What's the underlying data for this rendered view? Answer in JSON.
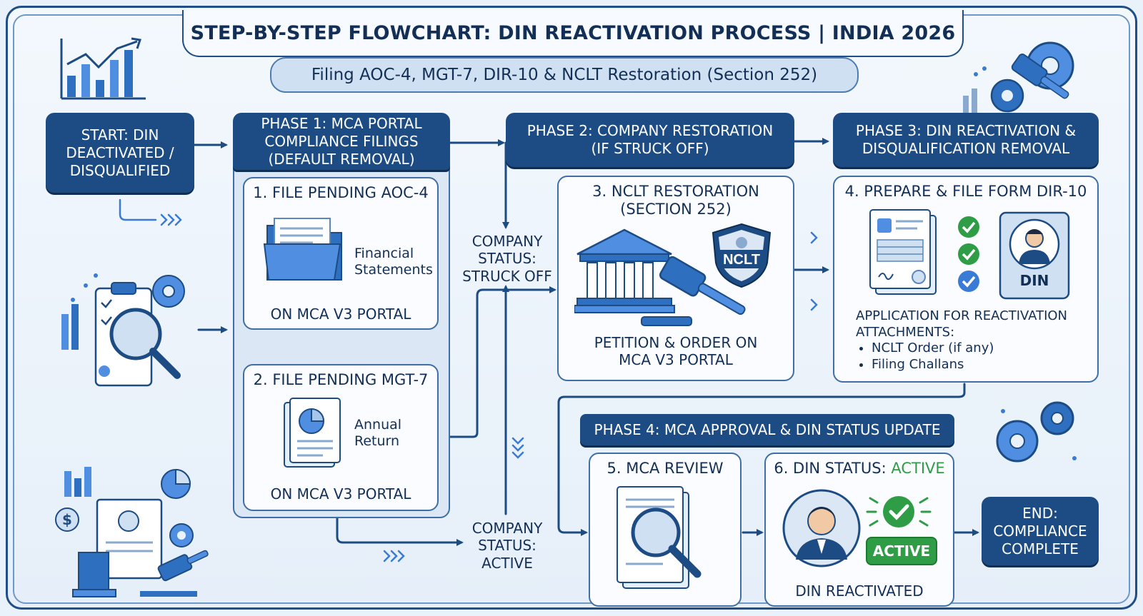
{
  "header": {
    "title": "STEP-BY-STEP FLOWCHART: DIN REACTIVATION PROCESS | INDIA 2026",
    "subtitle": "Filing AOC-4, MGT-7, DIR-10 & NCLT Restoration (Section 252)"
  },
  "start": {
    "text": "START: DIN DEACTIVATED / DISQUALIFIED"
  },
  "phase1": {
    "title": "PHASE 1: MCA PORTAL COMPLIANCE FILINGS (DEFAULT REMOVAL)",
    "step1": {
      "title": "1. FILE PENDING AOC-4",
      "doc_label": "Financial Statements",
      "footer": "ON MCA V3 PORTAL"
    },
    "step2": {
      "title": "2. FILE PENDING MGT-7",
      "doc_label": "Annual Return",
      "footer": "ON MCA V3 PORTAL"
    }
  },
  "status_struck": {
    "text": "COMPANY STATUS: STRUCK OFF"
  },
  "status_active": {
    "text": "COMPANY STATUS: ACTIVE"
  },
  "phase2": {
    "title": "PHASE 2: COMPANY RESTORATION (IF STRUCK OFF)",
    "step3": {
      "title": "3. NCLT RESTORATION (SECTION 252)",
      "badge": "NCLT",
      "footer": "PETITION & ORDER ON MCA V3 PORTAL"
    }
  },
  "phase3": {
    "title": "PHASE 3: DIN REACTIVATION & DISQUALIFICATION REMOVAL",
    "step4": {
      "title": "4. PREPARE & FILE FORM DIR-10",
      "din_badge": "DIN",
      "app_heading": "APPLICATION FOR REACTIVATION",
      "attach_heading": "ATTACHMENTS:",
      "attachments": [
        "NCLT Order (if any)",
        "Filing Challans"
      ]
    }
  },
  "phase4": {
    "title": "PHASE 4: MCA APPROVAL & DIN STATUS UPDATE",
    "step5": {
      "title": "5. MCA REVIEW"
    },
    "step6": {
      "title_prefix": "6. DIN STATUS: ",
      "title_status": "ACTIVE",
      "badge": "ACTIVE",
      "footer": "DIN REACTIVATED"
    }
  },
  "end": {
    "text": "END: COMPLIANCE COMPLETE"
  },
  "colors": {
    "navy": "#1d4c84",
    "accent_blue": "#3a7bd5",
    "green": "#2f9d45",
    "background": "#e9f1fa"
  },
  "icons": [
    "chart-icon",
    "gear-gavel-icon",
    "clipboard-magnifier-icon",
    "folder-icon",
    "document-chart-icon",
    "courthouse-icon",
    "gavel-icon",
    "nclt-shield-icon",
    "form-document-icon",
    "checkmark-icon",
    "din-card-icon",
    "magnifier-document-icon",
    "person-avatar-icon",
    "active-check-icon",
    "dollar-document-icon",
    "gears-icon"
  ]
}
